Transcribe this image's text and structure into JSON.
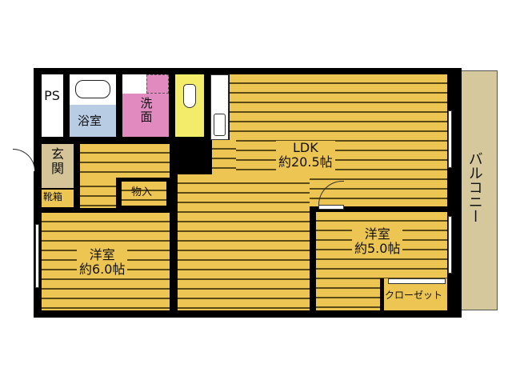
{
  "floorplan": {
    "rooms": {
      "ps": {
        "label": "PS"
      },
      "bath": {
        "label": "浴室"
      },
      "washroom": {
        "label": "洗面"
      },
      "entrance": {
        "label": "玄関"
      },
      "shoe_cabinet": {
        "label": "靴箱"
      },
      "storage": {
        "label": "物入"
      },
      "ldk": {
        "name": "LDK",
        "size": "約20.5帖"
      },
      "western_6": {
        "name": "洋室",
        "size": "約6.0帖"
      },
      "western_5": {
        "name": "洋室",
        "size": "約5.0帖"
      },
      "closet": {
        "label": "クローゼット"
      },
      "balcony": {
        "label": "バルコニー"
      }
    },
    "colors": {
      "wall": "#000000",
      "floor": "#ecc552",
      "bath": "#b8cce4",
      "washroom": "#e08ac0",
      "toilet": "#f2ec6a",
      "entrance": "#d4c498",
      "balcony": "#d4c89c"
    }
  }
}
